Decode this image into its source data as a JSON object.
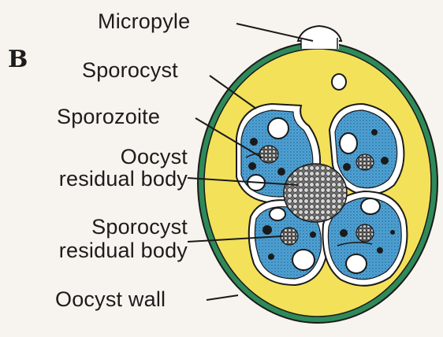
{
  "figure": {
    "panel_letter": "B",
    "labels": {
      "micropyle": "Micropyle",
      "sporocyst": "Sporocyst",
      "sporozoite": "Sporozoite",
      "oocyst_residual_body_line1": "Oocyst",
      "oocyst_residual_body_line2": "residual body",
      "sporocyst_residual_body_line1": "Sporocyst",
      "sporocyst_residual_body_line2": "residual body",
      "oocyst_wall": "Oocyst wall"
    }
  },
  "colors": {
    "oocyst_wall_green": "#2f8a5a",
    "oocyst_interior": "#f3e15a",
    "sporocyst_cytoplasm": "#4fa3d6",
    "outline": "#1a1a1a",
    "residual_body": "#9b9b9b",
    "background": "#f7f3ee"
  }
}
